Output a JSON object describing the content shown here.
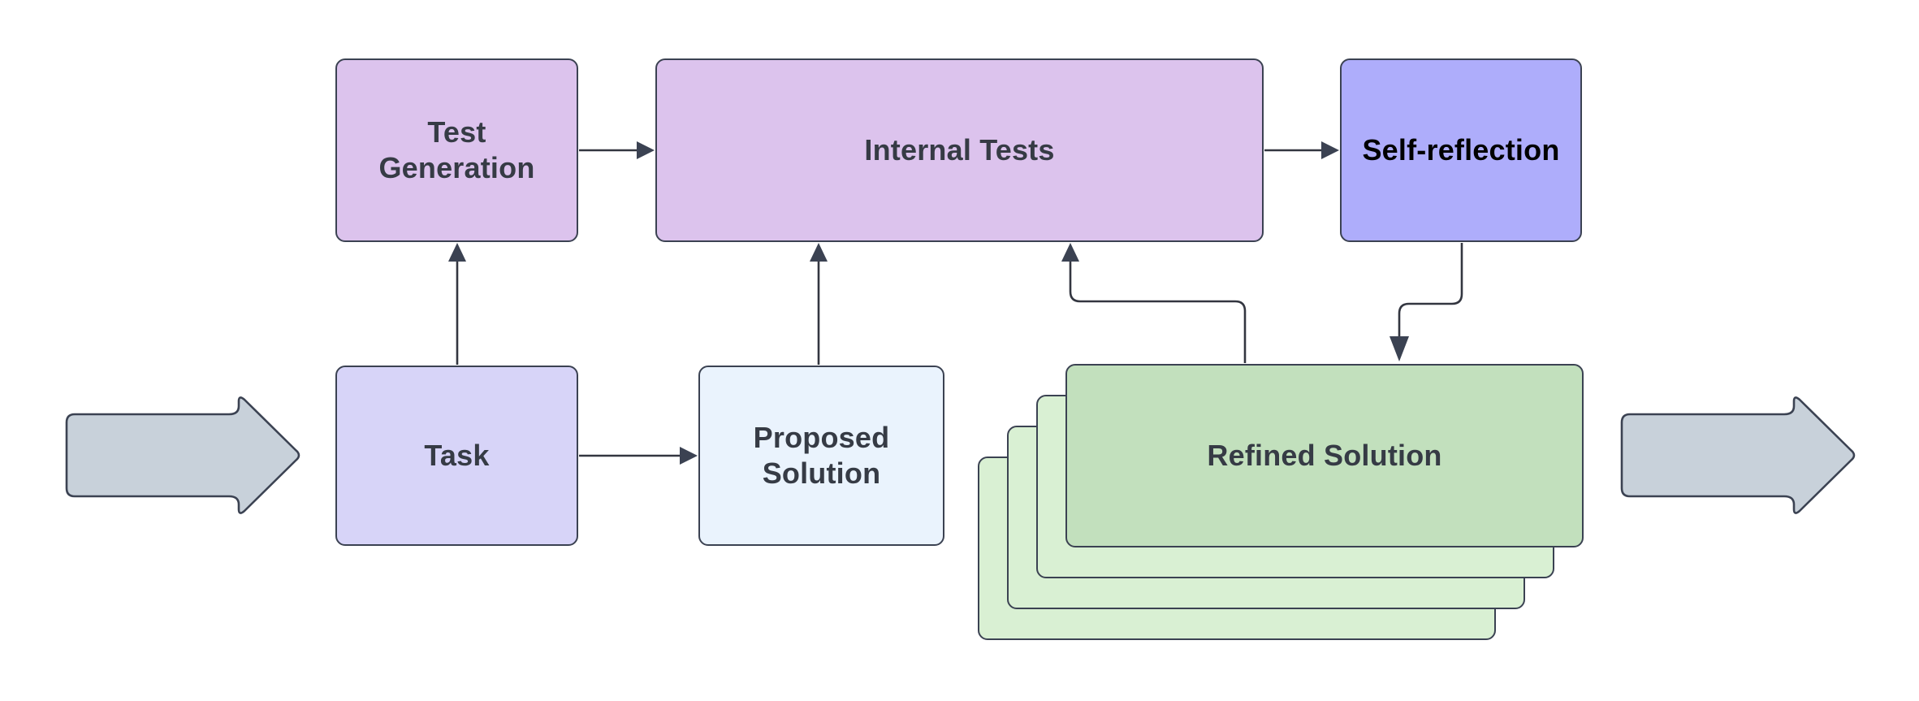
{
  "diagram": {
    "title": "Self-reflection code generation loop",
    "background": "#ffffff",
    "nodes": {
      "test_generation": {
        "label": "Test\nGeneration",
        "line1": "Test",
        "line2": "Generation",
        "fill": "#dcc3ed",
        "stroke": "#3b4252",
        "text_color": "#363b45"
      },
      "internal_tests": {
        "label": "Internal Tests",
        "fill": "#dcc3ed",
        "stroke": "#3b4252",
        "text_color": "#363b45"
      },
      "self_reflection": {
        "label": "Self-reflection",
        "fill": "#aeadfb",
        "stroke": "#3b4252",
        "text_color": "#000000"
      },
      "task": {
        "label": "Task",
        "fill": "#d7d4f8",
        "stroke": "#3b4252",
        "text_color": "#363b45"
      },
      "proposed_solution": {
        "label": "Proposed\nSolution",
        "line1": "Proposed",
        "line2": "Solution",
        "fill": "#eaf3fd",
        "stroke": "#3b4252",
        "text_color": "#363b45"
      },
      "refined_solution": {
        "label": "Refined Solution",
        "fill": "#c2e0bd",
        "stroke": "#3b4252",
        "text_color": "#363b45",
        "stack_count": 4,
        "stack_back_fill": "#d9f0d3"
      }
    },
    "flow_arrows": {
      "input_arrow": {
        "name": "input-block-arrow",
        "fill": "#c8d1da",
        "stroke": "#3b4252",
        "direction": "right"
      },
      "output_arrow": {
        "name": "output-block-arrow",
        "fill": "#c8d1da",
        "stroke": "#3b4252",
        "direction": "right"
      }
    },
    "edges": [
      {
        "from": "test_generation",
        "to": "internal_tests",
        "style": "straight-right"
      },
      {
        "from": "internal_tests",
        "to": "self_reflection",
        "style": "straight-right"
      },
      {
        "from": "task",
        "to": "test_generation",
        "style": "straight-up"
      },
      {
        "from": "task",
        "to": "proposed_solution",
        "style": "straight-right"
      },
      {
        "from": "proposed_solution",
        "to": "internal_tests",
        "style": "straight-up"
      },
      {
        "from": "refined_solution",
        "to": "internal_tests",
        "style": "elbow-up-left"
      },
      {
        "from": "self_reflection",
        "to": "refined_solution",
        "style": "elbow-down-left"
      }
    ]
  }
}
